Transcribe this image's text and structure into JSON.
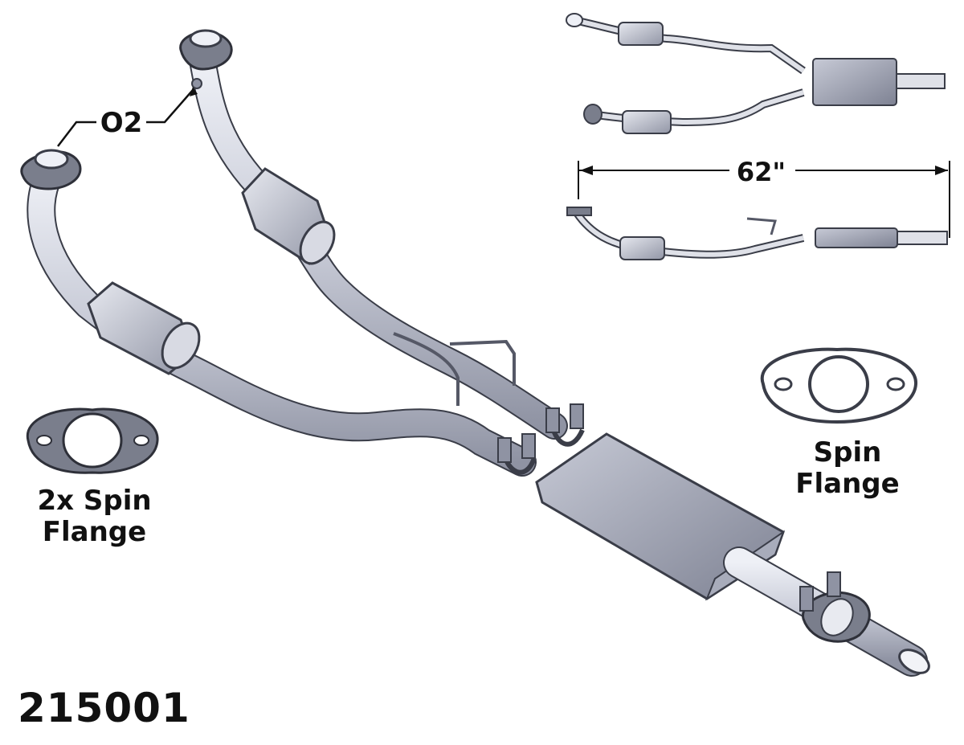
{
  "labels": {
    "o2": "O2",
    "left_flange_line1": "2x Spin",
    "left_flange_line2": "Flange",
    "right_flange_line1": "Spin",
    "right_flange_line2": "Flange",
    "dimension": "62\"",
    "part_number": "215001"
  },
  "colors": {
    "pipe": "#c9ccd8",
    "pipe_dark": "#8f93a3",
    "converter": "#b9bcc8",
    "muffler": "#9a9eae",
    "outline": "#3a3d48",
    "text": "#111111"
  },
  "icons": [
    "o2-sensor-icon",
    "spin-flange-icon",
    "clamp-icon",
    "dimension-arrow-icon"
  ]
}
